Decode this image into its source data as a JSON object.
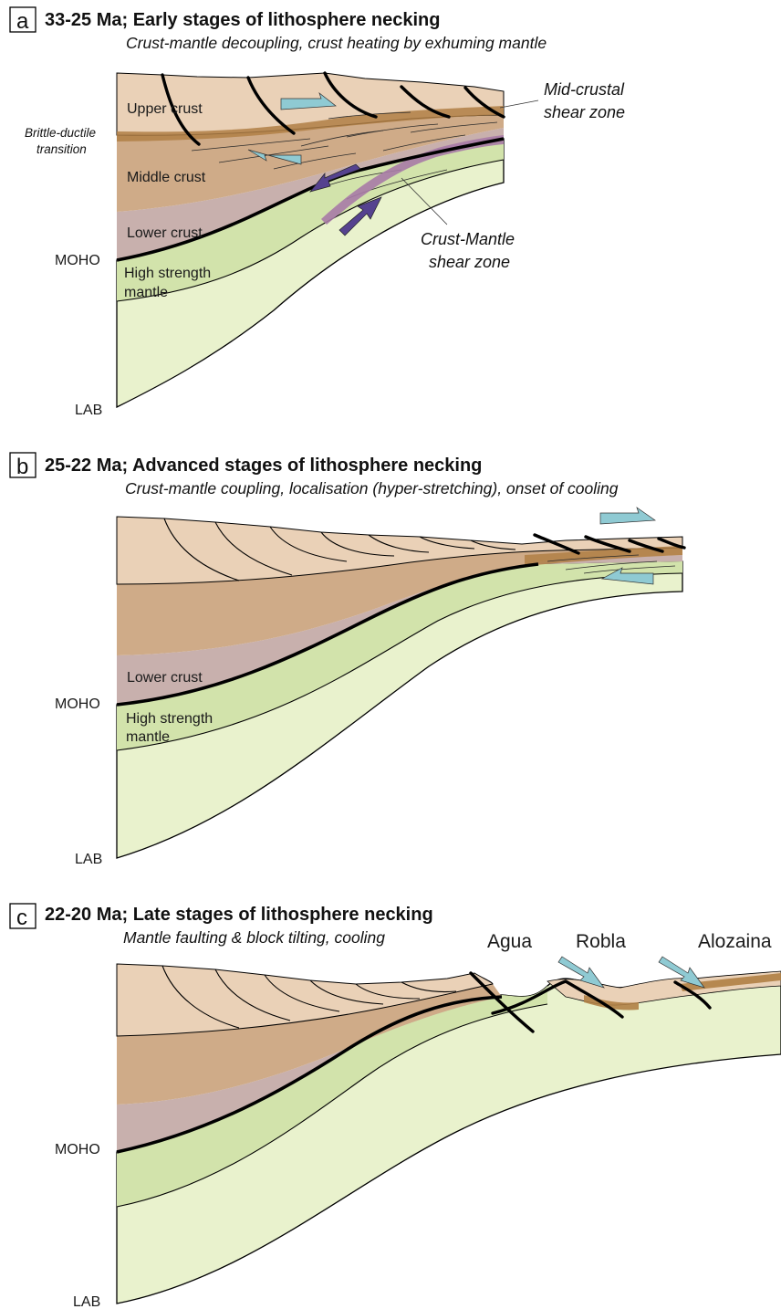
{
  "figure": {
    "panels": [
      {
        "id": "a",
        "letter": "a",
        "title": "33-25 Ma; Early stages of lithosphere necking",
        "subtitle": "Crust-mantle decoupling, crust heating by exhuming mantle",
        "labels": {
          "upper_crust": "Upper crust",
          "middle_crust": "Middle crust",
          "lower_crust": "Lower crust",
          "high_strength_mantle_1": "High strength",
          "high_strength_mantle_2": "mantle",
          "moho": "MOHO",
          "lab": "LAB",
          "brittle_ductile_1": "Brittle-ductile",
          "brittle_ductile_2": "transition",
          "mid_crustal_1": "Mid-crustal",
          "mid_crustal_2": "shear zone",
          "crust_mantle_1": "Crust-Mantle",
          "crust_mantle_2": "shear zone"
        }
      },
      {
        "id": "b",
        "letter": "b",
        "title": "25-22 Ma; Advanced stages of lithosphere necking",
        "subtitle": "Crust-mantle coupling, localisation (hyper-stretching), onset of cooling",
        "labels": {
          "lower_crust": "Lower crust",
          "high_strength_mantle_1": "High strength",
          "high_strength_mantle_2": "mantle",
          "moho": "MOHO",
          "lab": "LAB"
        }
      },
      {
        "id": "c",
        "letter": "c",
        "title": "22-20 Ma; Late stages of lithosphere necking",
        "subtitle": "Mantle faulting & block tilting, cooling",
        "labels": {
          "agua": "Agua",
          "robla": "Robla",
          "alozaina": "Alozaina",
          "moho": "MOHO",
          "lab": "LAB"
        }
      }
    ]
  },
  "colors": {
    "upper_crust": "#ead1b7",
    "middle_crust": "#cfab88",
    "lower_crust": "#c8b0ad",
    "high_strength_mantle": "#d2e3ab",
    "lithospheric_mantle": "#e9f2cd",
    "shear_zone_brown": "#b07f45",
    "crust_mantle_shear": "#a77aa6",
    "arrow_light_blue": "#8fcad3",
    "arrow_purple": "#55428f"
  }
}
